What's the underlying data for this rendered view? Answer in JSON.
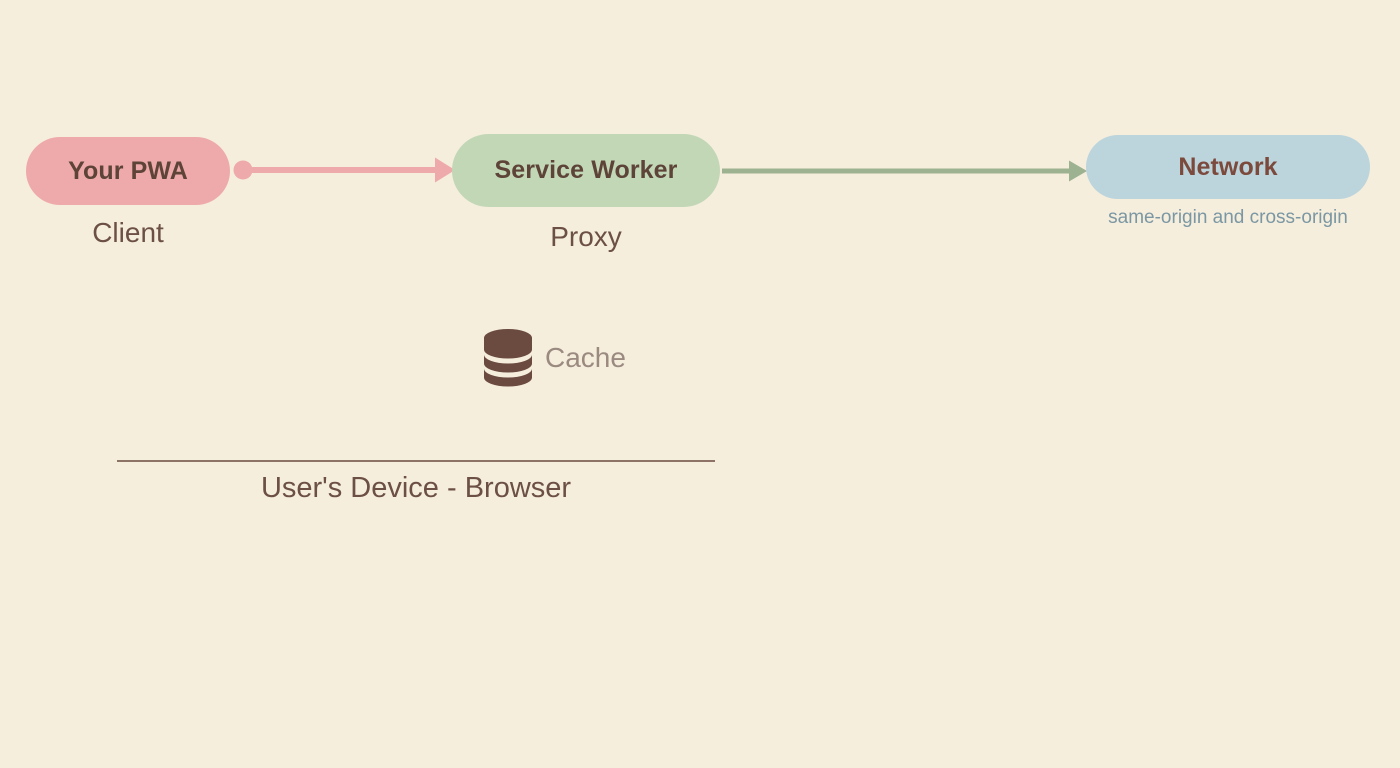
{
  "diagram": {
    "background_color": "#f5eedd",
    "nodes": [
      {
        "id": "pwa",
        "label": "Your PWA",
        "caption": "Client",
        "color": "#eeaaaa",
        "text_color": "#5d4338"
      },
      {
        "id": "service-worker",
        "label": "Service Worker",
        "caption": "Proxy",
        "color": "#c2d7b5",
        "text_color": "#5d4338"
      },
      {
        "id": "network",
        "label": "Network",
        "caption": "same-origin and cross-origin",
        "color": "#bcd4dc",
        "text_color": "#7b4a3c",
        "caption_color": "#7b97a3"
      }
    ],
    "connectors": [
      {
        "id": "pwa-to-service-worker",
        "from": "pwa",
        "to": "service-worker",
        "color": "#eeaaaa",
        "start_marker": "dot",
        "end_marker": "arrow"
      },
      {
        "id": "service-worker-to-network",
        "from": "service-worker",
        "to": "network",
        "color": "#9db290",
        "start_marker": "none",
        "end_marker": "arrow"
      }
    ],
    "storage": {
      "icon": "database-cylinder-icon",
      "label": "Cache",
      "icon_color": "#6b4a3f",
      "label_color": "#9b8a80"
    },
    "boundary": {
      "label": "User's Device - Browser",
      "line_color": "#8d7266",
      "text_color": "#6c4f45"
    }
  }
}
